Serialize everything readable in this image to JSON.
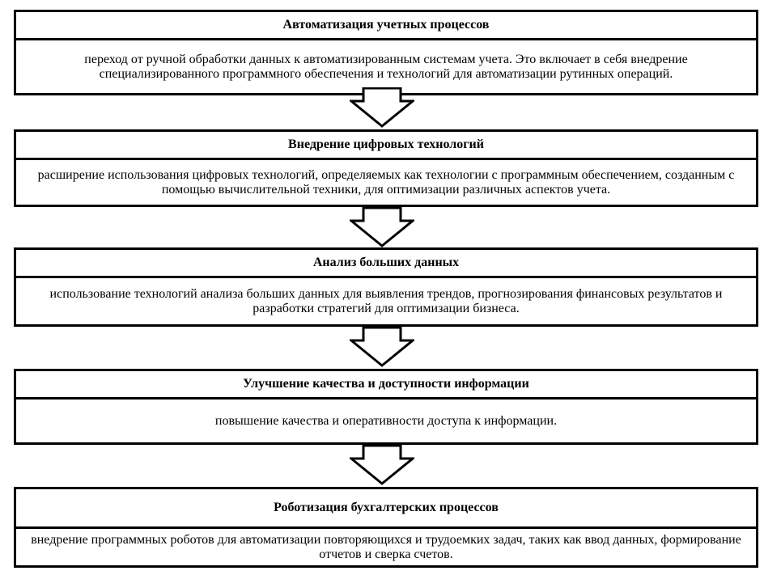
{
  "steps": [
    {
      "title": "Автоматизация учетных процессов",
      "description": "переход от ручной обработки данных к автоматизированным системам учета. Это включает в себя внедрение специализированного программного обеспечения и технологий для автоматизации рутинных операций."
    },
    {
      "title": "Внедрение цифровых технологий",
      "description": "расширение использования цифровых технологий, определяемых как технологии с программным обеспечением, созданным с помощью вычислительной техники, для оптимизации различных аспектов учета."
    },
    {
      "title": "Анализ больших данных",
      "description": "использование технологий анализа больших данных для выявления трендов, прогнозирования финансовых результатов и разработки стратегий для оптимизации бизнеса."
    },
    {
      "title": "Улучшение качества и доступности информации",
      "description": "повышение качества и оперативности доступа к информации."
    },
    {
      "title": "Роботизация бухгалтерских процессов",
      "description": "внедрение программных роботов для автоматизации повторяющихся и трудоемких задач, таких как ввод данных, формирование отчетов и сверка счетов."
    }
  ]
}
